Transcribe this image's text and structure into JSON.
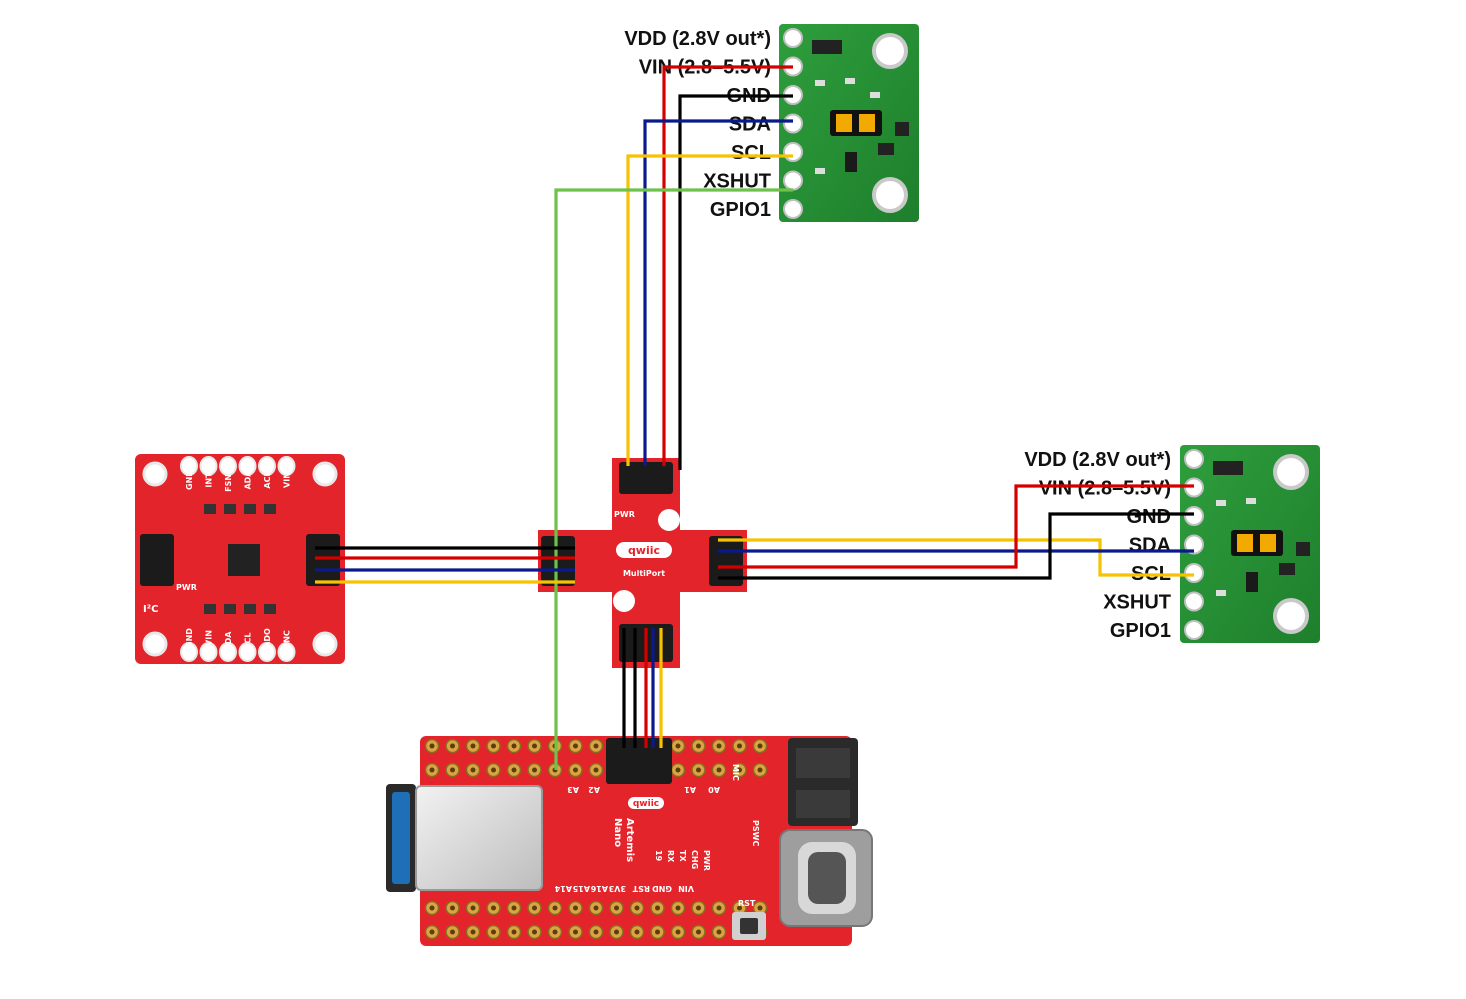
{
  "sensor_top": {
    "pins": [
      "VDD (2.8V out*)",
      "VIN (2.8–5.5V)",
      "GND",
      "SDA",
      "SCL",
      "XSHUT",
      "GPIO1"
    ]
  },
  "sensor_right": {
    "pins": [
      "VDD (2.8V out*)",
      "VIN (2.8–5.5V)",
      "GND",
      "SDA",
      "SCL",
      "XSHUT",
      "GPIO1"
    ]
  },
  "imu_board": {
    "top_pins": [
      "GND",
      "INT",
      "FSNC",
      "ADA",
      "ACL",
      "VIN"
    ],
    "bottom_pins": [
      "GND",
      "VIN",
      "DA",
      "CL",
      "ADO",
      "INC"
    ],
    "i2c_mark": "I²C",
    "pwr_mark": "PWR"
  },
  "multiport": {
    "logo": "qwiic",
    "name": "MultiPort",
    "pwr_mark": "PWR"
  },
  "artemis": {
    "logo": "qwiic",
    "name_line1": "Artemis",
    "name_line2": "Nano",
    "top_pins": [
      "A2",
      "A3",
      "A1",
      "A0"
    ],
    "mic_label": "MIC",
    "pswc_label": "PSWC",
    "rst_label": "RST",
    "bottom_pins": [
      "A14",
      "A15",
      "A16",
      "3V3",
      "RST",
      "GND",
      "VIN"
    ],
    "inner_labels": [
      "19",
      "RX",
      "TX",
      "CHG",
      "PWR"
    ]
  },
  "colors": {
    "gnd": "#000000",
    "vin": "#d40000",
    "sda": "#0a1a8c",
    "scl": "#f7c200",
    "xshut": "#6cc24a"
  }
}
